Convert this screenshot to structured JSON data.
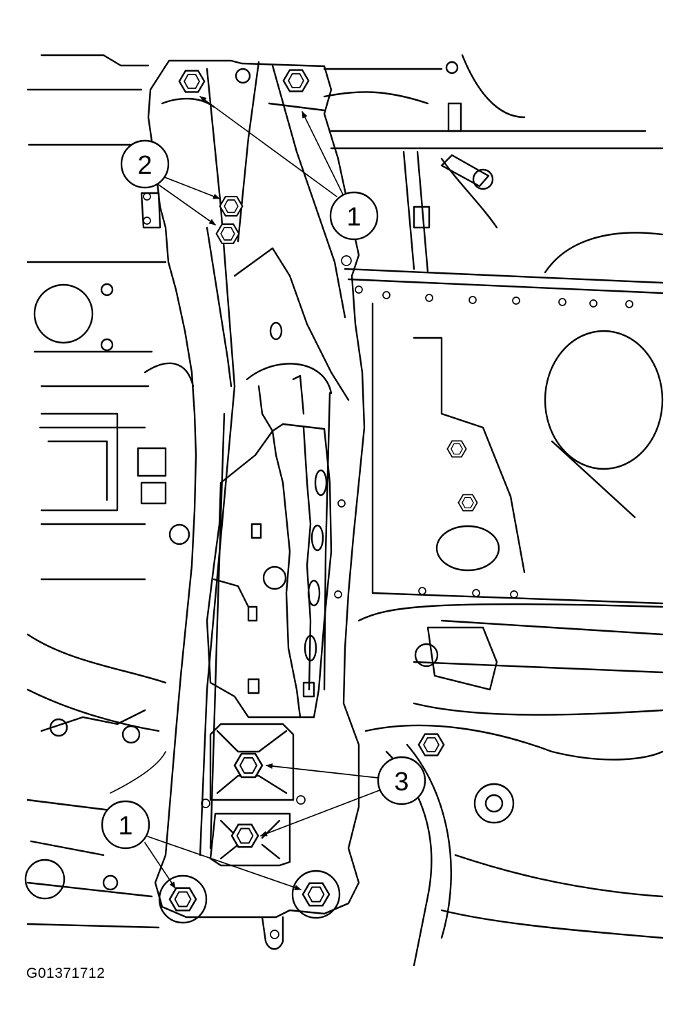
{
  "figure": {
    "id": "G01371712",
    "callouts": [
      {
        "name": "callout-1-top",
        "label": "1"
      },
      {
        "name": "callout-2",
        "label": "2"
      },
      {
        "name": "callout-3",
        "label": "3"
      },
      {
        "name": "callout-1-bottom",
        "label": "1"
      }
    ]
  }
}
